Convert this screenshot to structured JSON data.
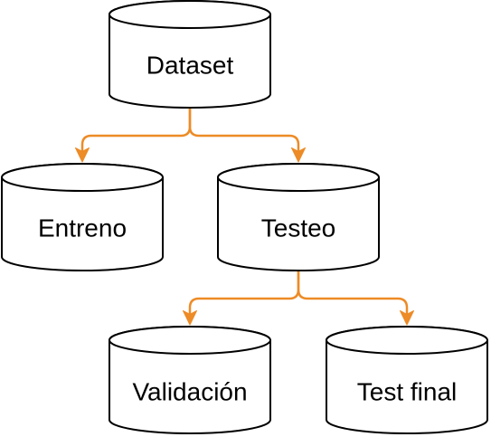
{
  "nodes": {
    "dataset": {
      "label": "Dataset"
    },
    "entreno": {
      "label": "Entreno"
    },
    "testeo": {
      "label": "Testeo"
    },
    "validacion": {
      "label": "Validación"
    },
    "test_final": {
      "label": "Test final"
    }
  },
  "edges": [
    {
      "from": "Dataset",
      "to": "Entreno"
    },
    {
      "from": "Dataset",
      "to": "Testeo"
    },
    {
      "from": "Testeo",
      "to": "Validación"
    },
    {
      "from": "Testeo",
      "to": "Test final"
    }
  ],
  "colors": {
    "edge": "#ED8B26",
    "node_stroke": "#000000",
    "node_fill": "#FFFFFF"
  }
}
